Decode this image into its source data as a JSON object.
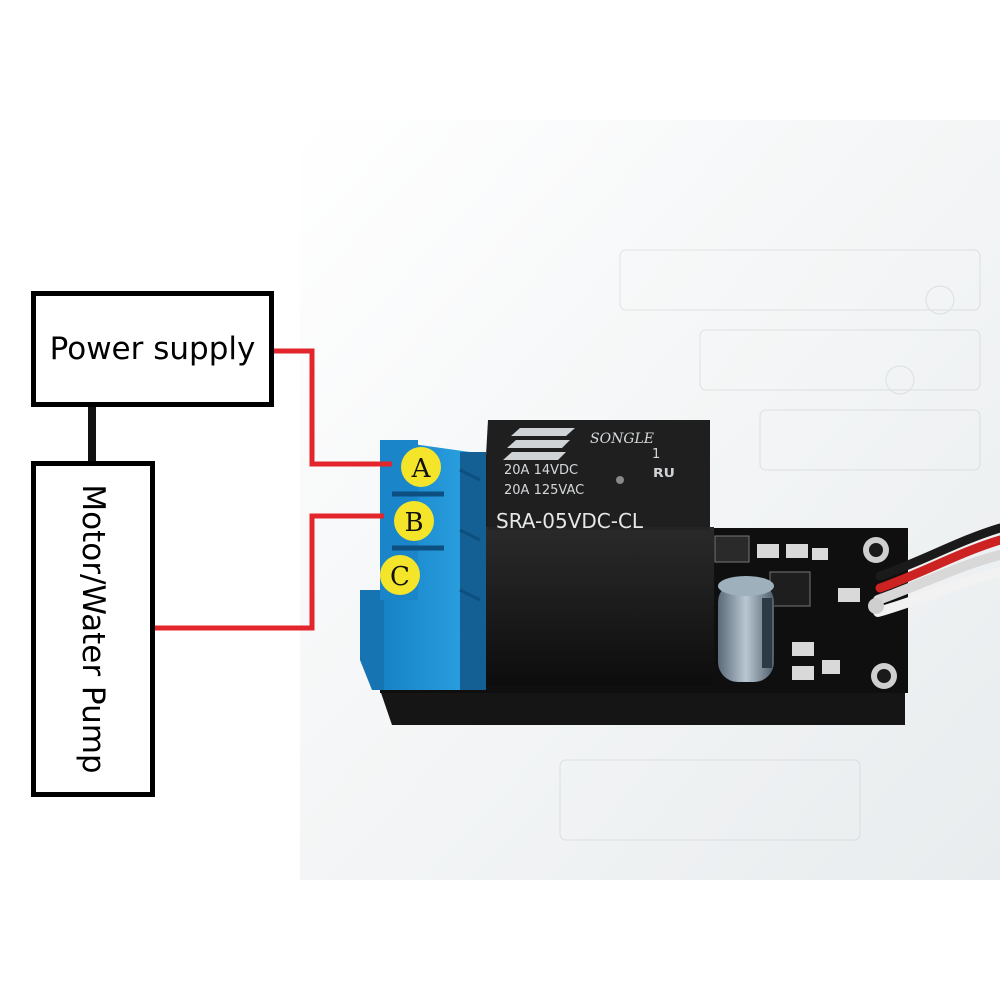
{
  "diagram": {
    "power_supply_label": "Power supply",
    "motor_label": "Motor/Water Pump",
    "terminals": [
      "A",
      "B",
      "C"
    ]
  },
  "relay": {
    "brand": "SONGLE",
    "rating_dc": "20A 14VDC",
    "rating_ac": "20A 125VAC",
    "model": "SRA-05VDC-CL",
    "pin_mark": "1"
  },
  "colors": {
    "wire_red": "#e3262b",
    "wire_black": "#111111",
    "terminal_blue": "#1f8fd2",
    "terminal_marker": "#f5e52a",
    "relay_body": "#1c1c1c",
    "pcb": "#101010"
  }
}
